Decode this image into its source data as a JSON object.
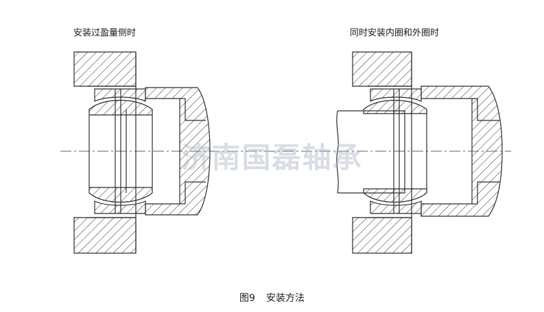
{
  "figure": {
    "left_label": "安装过盈量侧时",
    "right_label": "同时安装内圈和外圈时",
    "caption_number": "图9",
    "caption_text": "安装方法",
    "watermark": "济南国磊轴承"
  },
  "colors": {
    "line": "#2b2b2b",
    "watermark": "#aab4c3"
  }
}
